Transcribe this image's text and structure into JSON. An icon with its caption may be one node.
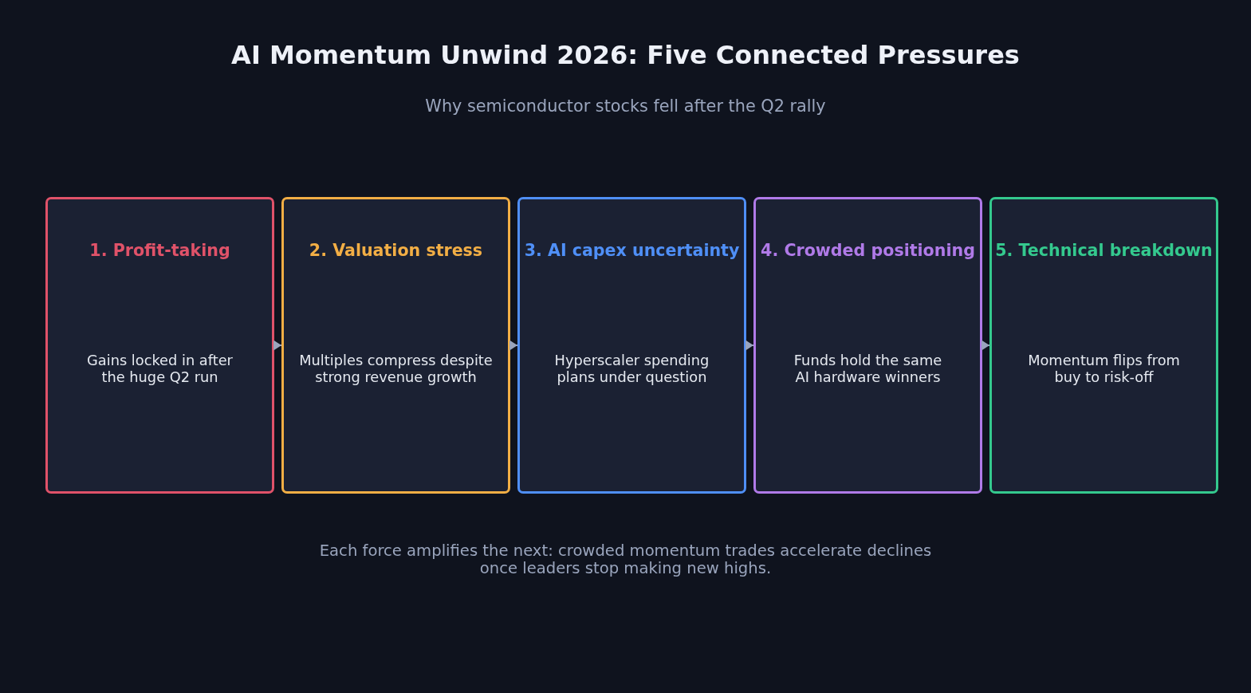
{
  "diagram": {
    "title": "AI Momentum Unwind 2026: Five Connected Pressures",
    "nodes": [
      {
        "text": [
          "1. Profit-taking",
          "Gains locked in after the huge Q2 run"
        ]
      },
      {
        "text": [
          "2. Valuation stress",
          "Multiples compress despite strong revenue growth"
        ]
      },
      {
        "text": [
          "3. AI capex uncertainty",
          "Hyperscaler spending plans under question"
        ]
      },
      {
        "text": [
          "4. Crowded positioning",
          "Funds hold the same AI hardware winners"
        ]
      },
      {
        "text": [
          "5. Technical breakdown",
          "Momentum flips from buy to risk-off"
        ]
      }
    ],
    "edges": [
      {
        "from": 0,
        "to": 1,
        "arrow": "to"
      },
      {
        "from": 1,
        "to": 2,
        "arrow": "to"
      },
      {
        "from": 2,
        "to": 3,
        "arrow": "to"
      },
      {
        "from": 3,
        "to": 4,
        "arrow": "to"
      }
    ],
    "labels": [
      "Why semiconductor stocks fell after the Q2 rally",
      "Each force amplifies the next: crowded momentum trades accelerate declines once leaders stop making new highs."
    ]
  }
}
